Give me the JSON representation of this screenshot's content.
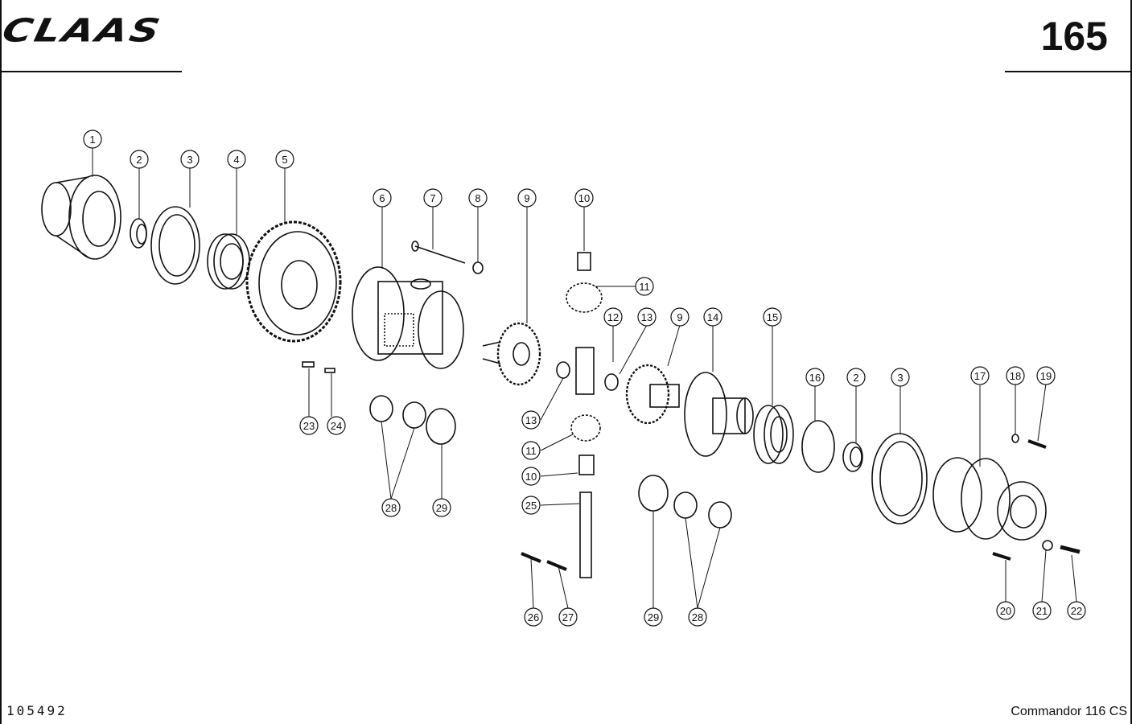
{
  "header": {
    "brand": "CLAAS",
    "page_number": "165"
  },
  "footer": {
    "drawing_number": "105492",
    "model": "Commandor 116 CS"
  },
  "callouts": [
    {
      "id": "c1",
      "text": "1"
    },
    {
      "id": "c2",
      "text": "2"
    },
    {
      "id": "c3",
      "text": "3"
    },
    {
      "id": "c4",
      "text": "4"
    },
    {
      "id": "c5",
      "text": "5"
    },
    {
      "id": "c6",
      "text": "6"
    },
    {
      "id": "c7",
      "text": "7"
    },
    {
      "id": "c8",
      "text": "8"
    },
    {
      "id": "c9a",
      "text": "9"
    },
    {
      "id": "c10a",
      "text": "10"
    },
    {
      "id": "c11a",
      "text": "11"
    },
    {
      "id": "c12",
      "text": "12"
    },
    {
      "id": "c13a",
      "text": "13"
    },
    {
      "id": "c9b",
      "text": "9"
    },
    {
      "id": "c14",
      "text": "14"
    },
    {
      "id": "c15",
      "text": "15"
    },
    {
      "id": "c16",
      "text": "16"
    },
    {
      "id": "c2b",
      "text": "2"
    },
    {
      "id": "c3b",
      "text": "3"
    },
    {
      "id": "c17",
      "text": "17"
    },
    {
      "id": "c18",
      "text": "18"
    },
    {
      "id": "c19",
      "text": "19"
    },
    {
      "id": "c23",
      "text": "23"
    },
    {
      "id": "c24",
      "text": "24"
    },
    {
      "id": "c28a",
      "text": "28"
    },
    {
      "id": "c29a",
      "text": "29"
    },
    {
      "id": "c13b",
      "text": "13"
    },
    {
      "id": "c11b",
      "text": "11"
    },
    {
      "id": "c10b",
      "text": "10"
    },
    {
      "id": "c25",
      "text": "25"
    },
    {
      "id": "c26",
      "text": "26"
    },
    {
      "id": "c27",
      "text": "27"
    },
    {
      "id": "c29b",
      "text": "29"
    },
    {
      "id": "c28b",
      "text": "28"
    },
    {
      "id": "c20",
      "text": "20"
    },
    {
      "id": "c21",
      "text": "21"
    },
    {
      "id": "c22",
      "text": "22"
    }
  ]
}
